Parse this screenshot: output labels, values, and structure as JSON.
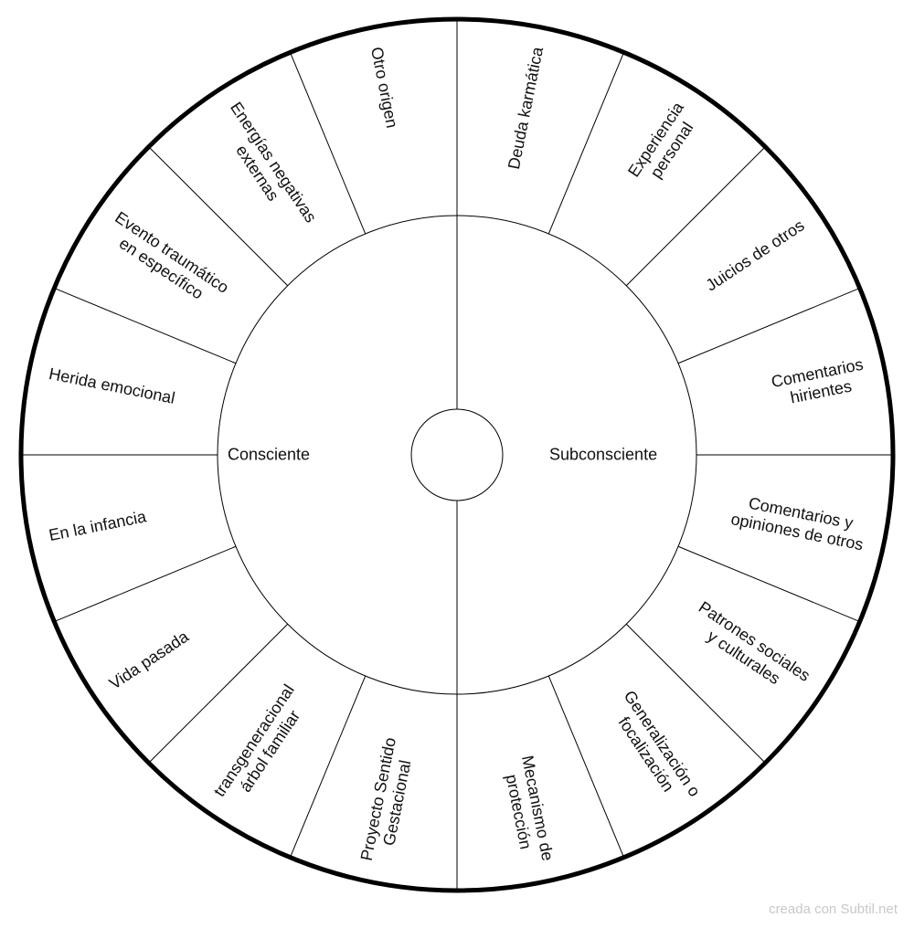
{
  "center": {
    "left": "Consciente",
    "right": "Subconsciente"
  },
  "segments_right": [
    {
      "lines": [
        "Deuda karmática"
      ]
    },
    {
      "lines": [
        "Experiencia",
        "personal"
      ]
    },
    {
      "lines": [
        "Juicios de otros"
      ]
    },
    {
      "lines": [
        "Comentarios",
        "hirientes"
      ]
    },
    {
      "lines": [
        "Comentarios y",
        "opiniones de otros"
      ]
    },
    {
      "lines": [
        "Patrones sociales",
        "y culturales"
      ]
    },
    {
      "lines": [
        "Generalización o",
        "focalización"
      ]
    },
    {
      "lines": [
        "Mecanismo de",
        "protección"
      ]
    }
  ],
  "segments_left": [
    {
      "lines": [
        "Otro origen"
      ]
    },
    {
      "lines": [
        "Energías negativas",
        "externas"
      ]
    },
    {
      "lines": [
        "Evento traumático",
        "en específico"
      ]
    },
    {
      "lines": [
        "Herida emocional"
      ]
    },
    {
      "lines": [
        "En la infancia"
      ]
    },
    {
      "lines": [
        "Vida pasada"
      ]
    },
    {
      "lines": [
        "transgeneracional",
        "árbol familiar"
      ]
    },
    {
      "lines": [
        "Proyecto Sentido",
        "Gestacional"
      ]
    }
  ],
  "footer": "creada con Subtil.net"
}
